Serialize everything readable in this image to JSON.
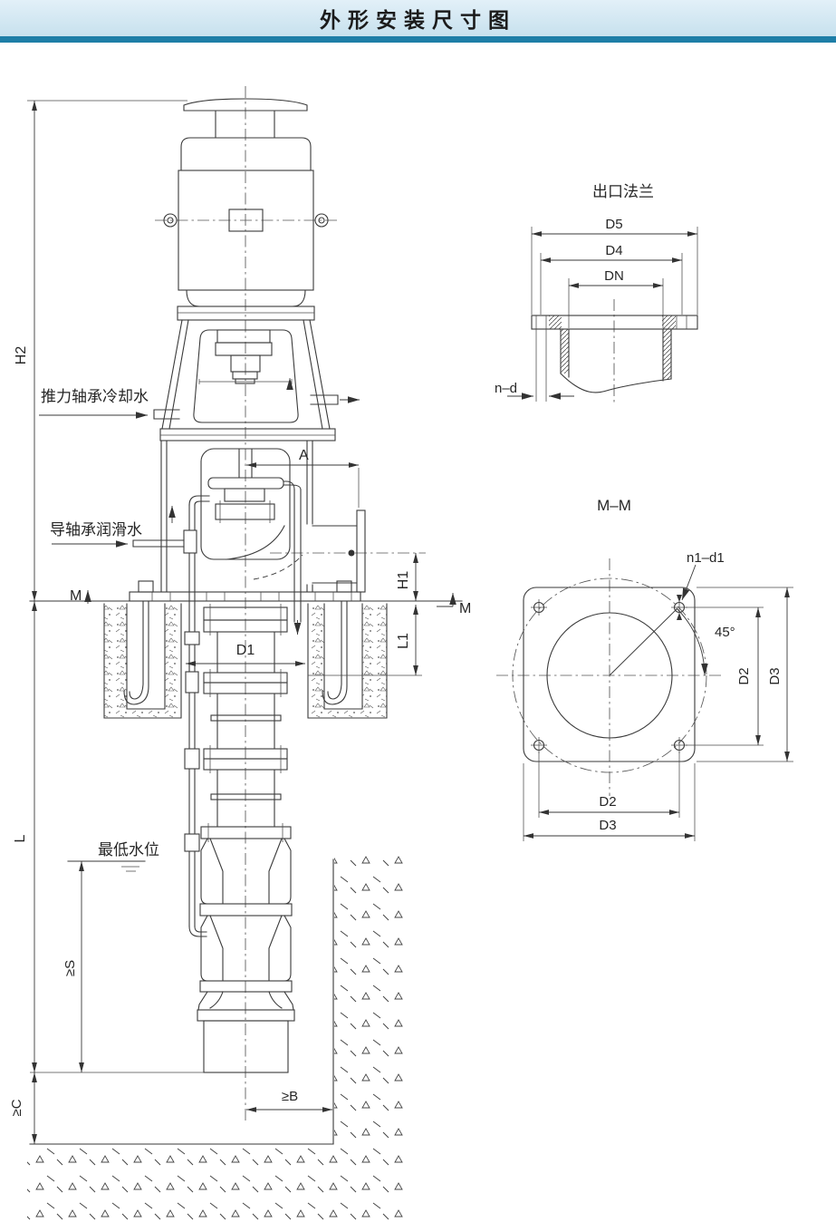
{
  "title": "外形安装尺寸图",
  "colors": {
    "header_bg": "#c7e1ee",
    "header_stripe": "#1e7ea7",
    "line": "#3a3a3a",
    "background": "#ffffff"
  },
  "pump_view": {
    "dim_h2": "H2",
    "dim_l": "L",
    "dim_min_submergence": "≥S",
    "dim_bottom_clearance": "≥C",
    "dim_wall_clearance": "≥B",
    "dim_h1": "H1",
    "dim_l1": "L1",
    "dim_d1": "D1",
    "dim_a": "A",
    "section_mark_left": "M",
    "section_mark_right": "M",
    "label_cooling_water": "推力轴承冷却水",
    "label_lube_water": "导轴承润滑水",
    "label_min_water_level": "最低水位"
  },
  "outlet_flange_view": {
    "title": "出口法兰",
    "dim_d5": "D5",
    "dim_d4": "D4",
    "dim_dn": "DN",
    "dim_nd": "n–d"
  },
  "mm_section_view": {
    "title": "M–M",
    "dim_bolt_holes": "n1–d1",
    "dim_angle": "45°",
    "dim_d2_right": "D2",
    "dim_d3_right": "D3",
    "dim_d2_bottom": "D2",
    "dim_d3_bottom": "D3"
  }
}
